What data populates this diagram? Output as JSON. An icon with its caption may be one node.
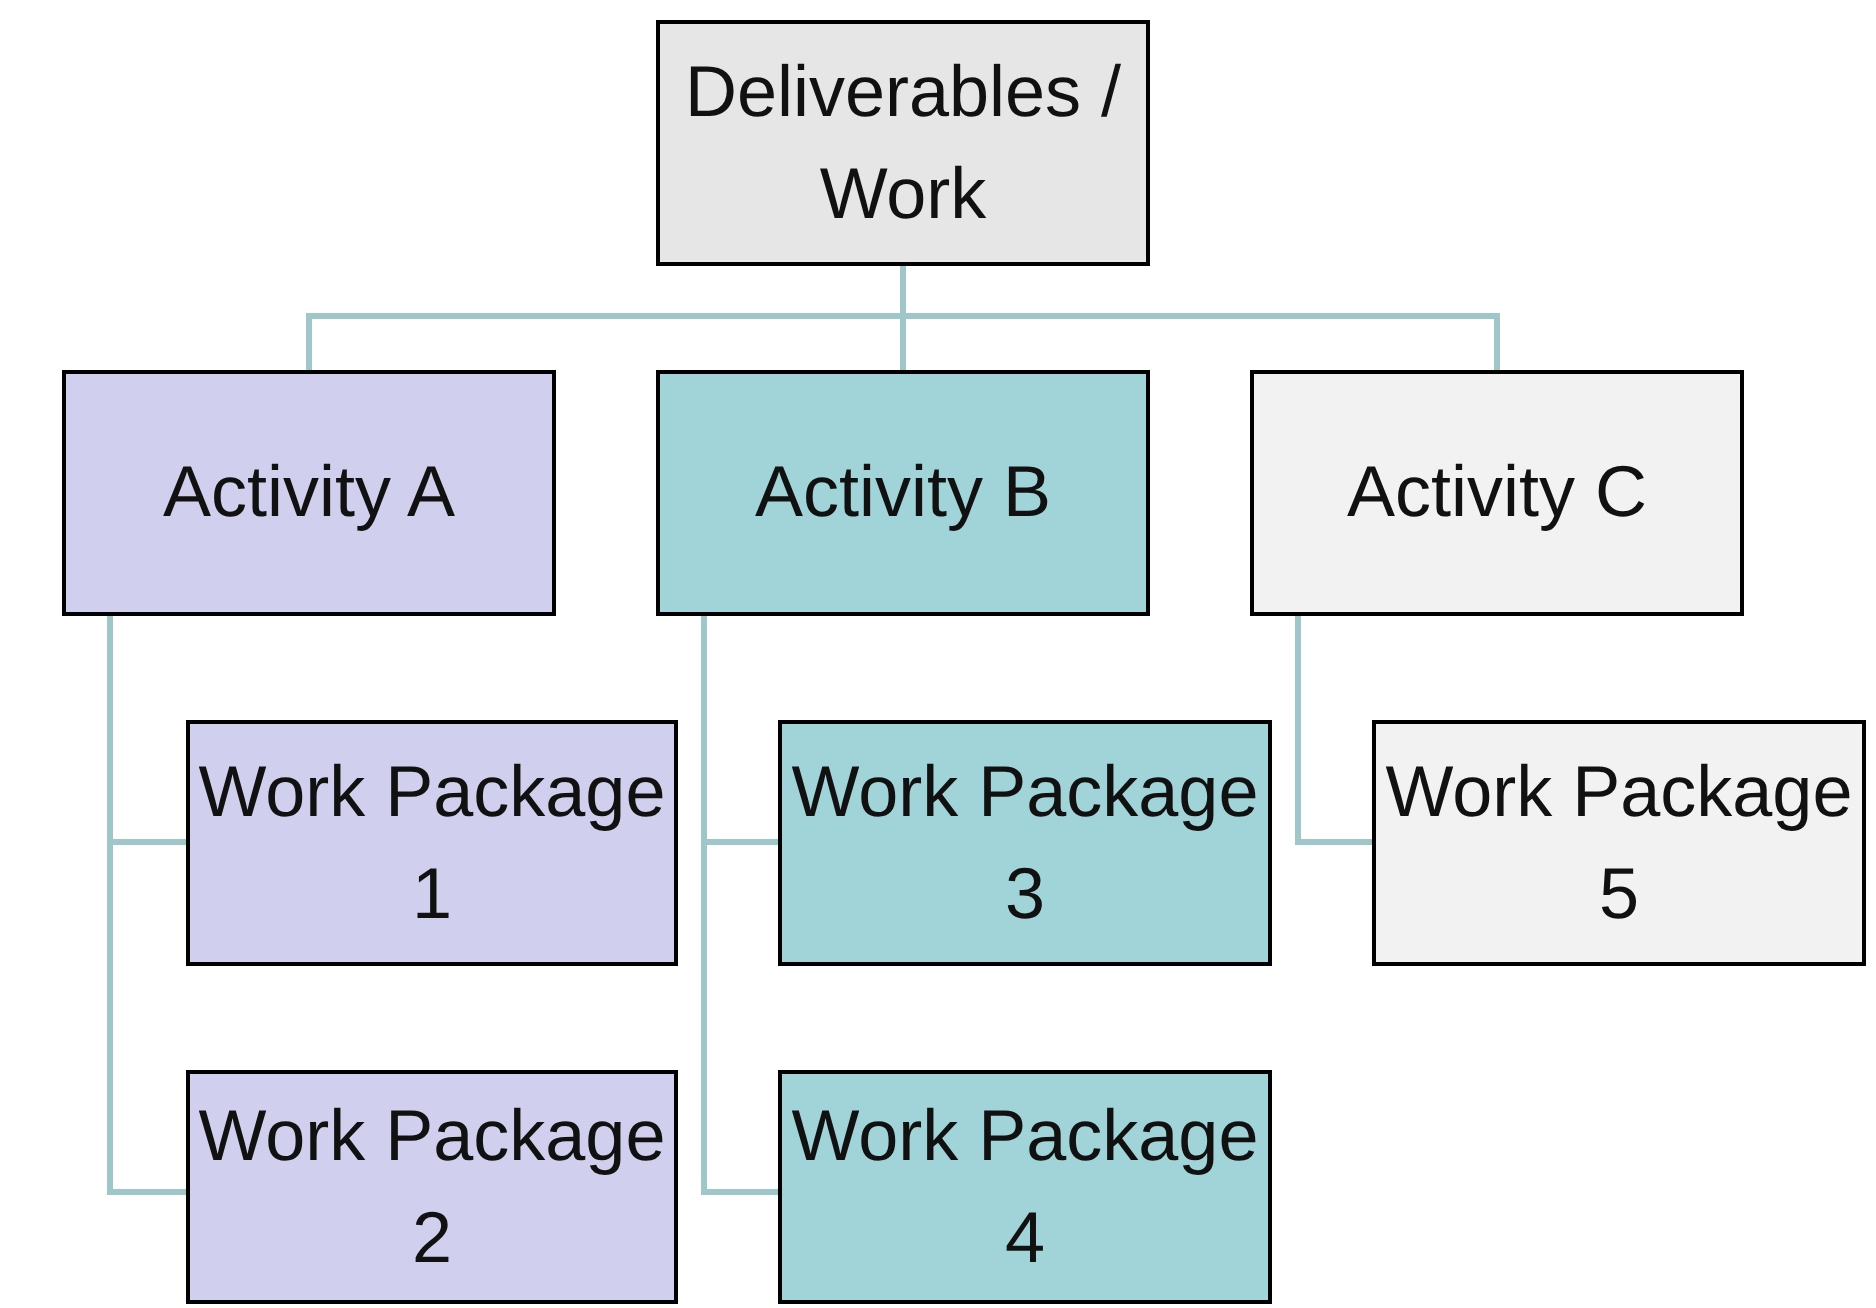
{
  "diagram": {
    "nodes": [
      {
        "text": [
          "Deliverables / Work"
        ]
      },
      {
        "text": [
          "Activity A"
        ]
      },
      {
        "text": [
          "Activity B"
        ]
      },
      {
        "text": [
          "Activity C"
        ]
      },
      {
        "text": [
          "Work Package 1"
        ]
      },
      {
        "text": [
          "Work Package 2"
        ]
      },
      {
        "text": [
          "Work Package 3"
        ]
      },
      {
        "text": [
          "Work Package 4"
        ]
      },
      {
        "text": [
          "Work Package 5"
        ]
      }
    ],
    "edges": [
      {
        "from": 0,
        "to": 1,
        "arrow": "none"
      },
      {
        "from": 0,
        "to": 2,
        "arrow": "none"
      },
      {
        "from": 0,
        "to": 3,
        "arrow": "none"
      },
      {
        "from": 1,
        "to": 4,
        "arrow": "none"
      },
      {
        "from": 1,
        "to": 5,
        "arrow": "none"
      },
      {
        "from": 2,
        "to": 6,
        "arrow": "none"
      },
      {
        "from": 2,
        "to": 7,
        "arrow": "none"
      },
      {
        "from": 3,
        "to": 8,
        "arrow": "none"
      }
    ]
  }
}
